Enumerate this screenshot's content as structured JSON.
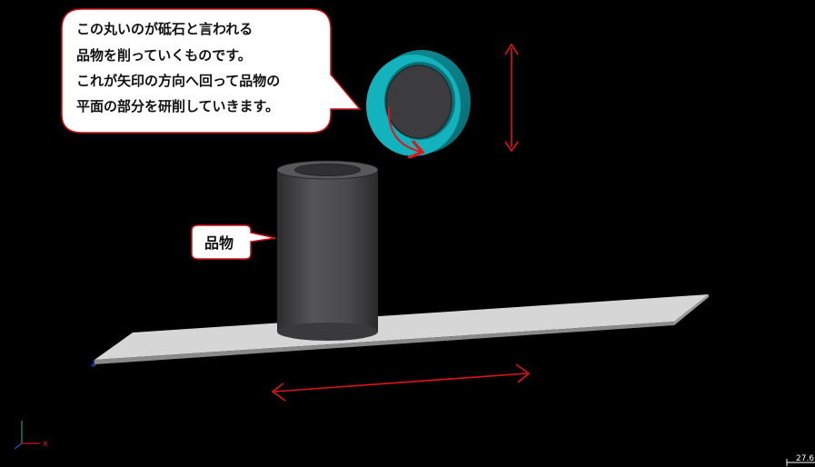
{
  "callout_main": {
    "lines": [
      "この丸いのが砥石と言われる",
      "品物を削っていくものです。",
      "これが矢印の方向へ回って品物の",
      "平面の部分を研削していきます。"
    ]
  },
  "callout_workpiece": {
    "label": "品物"
  },
  "axis_triad": {
    "x_label": "x"
  },
  "scale_bar": {
    "value": "27.6"
  },
  "colors": {
    "background": "#000000",
    "arrow": "#e0141a",
    "callout_border": "#d0101a",
    "wheel_outer": "#12b3bd",
    "wheel_hub": "#3c3c3e",
    "workpiece": "#4b4b4d",
    "table": "#d4d4d4"
  },
  "icons": {
    "rotation_arrow": "curved-arrow-icon",
    "vertical_arrow": "double-arrow-vertical-icon",
    "horizontal_arrow": "double-arrow-horizontal-icon",
    "axis": "axis-triad-icon"
  }
}
